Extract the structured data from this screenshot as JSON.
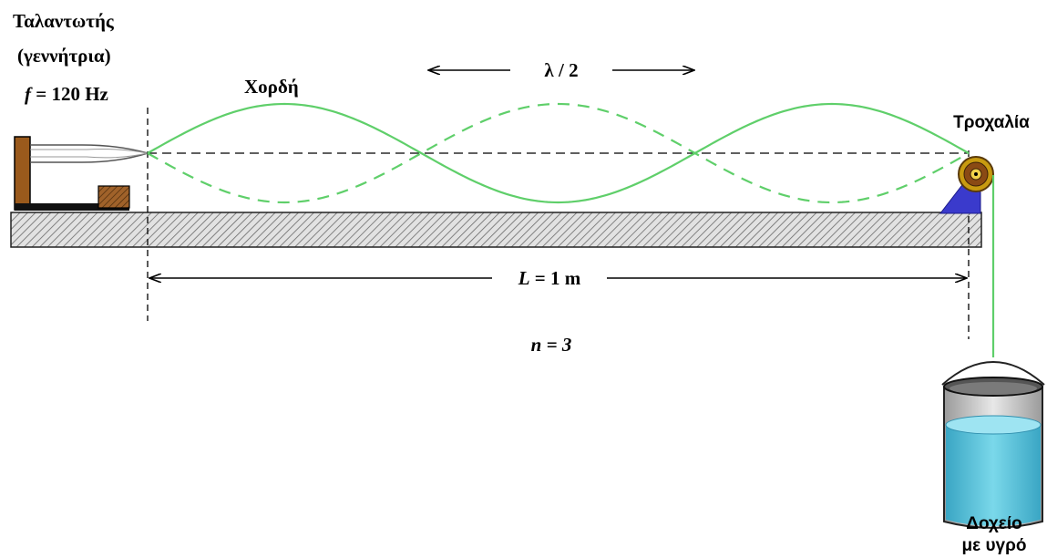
{
  "labels": {
    "oscillator_line1": "Ταλαντωτής",
    "oscillator_line2": "(γεννήτρια)",
    "frequency_symbol": "f",
    "frequency_value": " = 120 Hz",
    "string": "Χορδή",
    "half_wavelength": "λ / 2",
    "pulley": "Τροχαλία",
    "length_symbol": "L",
    "length_value": " = 1 m",
    "mode_number": "n = 3",
    "container_line1": "Δοχείο",
    "container_line2": "με υγρό"
  },
  "colors": {
    "string": "#5fcf6a",
    "oscillator": "#8a4a14",
    "bench_fill": "#d8d8d8",
    "pulley_outer": "#c8a000",
    "pulley_inner": "#8a4a14",
    "pulley_stand": "#3a3acc",
    "liquid": "#5bc6dc",
    "container_glass": "#c8c8c8"
  }
}
